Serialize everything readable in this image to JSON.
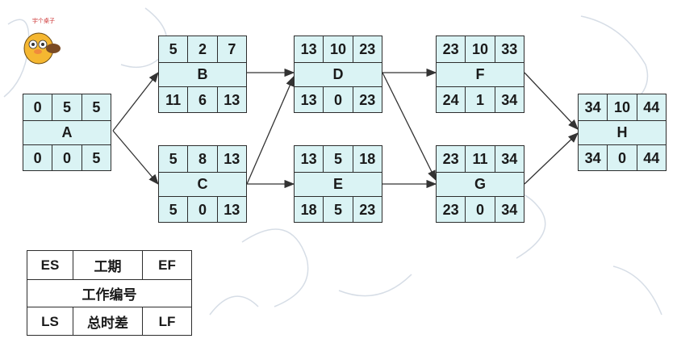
{
  "mascot_caption": "宇个桌子",
  "nodes": {
    "A": {
      "label": "A",
      "es": "0",
      "dur": "5",
      "ef": "5",
      "ls": "0",
      "tf": "0",
      "lf": "5"
    },
    "B": {
      "label": "B",
      "es": "5",
      "dur": "2",
      "ef": "7",
      "ls": "11",
      "tf": "6",
      "lf": "13"
    },
    "C": {
      "label": "C",
      "es": "5",
      "dur": "8",
      "ef": "13",
      "ls": "5",
      "tf": "0",
      "lf": "13"
    },
    "D": {
      "label": "D",
      "es": "13",
      "dur": "10",
      "ef": "23",
      "ls": "13",
      "tf": "0",
      "lf": "23"
    },
    "E": {
      "label": "E",
      "es": "13",
      "dur": "5",
      "ef": "18",
      "ls": "18",
      "tf": "5",
      "lf": "23"
    },
    "F": {
      "label": "F",
      "es": "23",
      "dur": "10",
      "ef": "33",
      "ls": "24",
      "tf": "1",
      "lf": "34"
    },
    "G": {
      "label": "G",
      "es": "23",
      "dur": "11",
      "ef": "34",
      "ls": "23",
      "tf": "0",
      "lf": "34"
    },
    "H": {
      "label": "H",
      "es": "34",
      "dur": "10",
      "ef": "44",
      "ls": "34",
      "tf": "0",
      "lf": "44"
    }
  },
  "edges": [
    [
      "A",
      "B"
    ],
    [
      "A",
      "C"
    ],
    [
      "B",
      "D"
    ],
    [
      "C",
      "D"
    ],
    [
      "C",
      "E"
    ],
    [
      "D",
      "F"
    ],
    [
      "D",
      "G"
    ],
    [
      "E",
      "G"
    ],
    [
      "F",
      "H"
    ],
    [
      "G",
      "H"
    ]
  ],
  "legend": {
    "es": "ES",
    "duration": "工期",
    "ef": "EF",
    "activity": "工作编号",
    "ls": "LS",
    "total_float": "总时差",
    "lf": "LF"
  },
  "colors": {
    "node_fill": "#daf3f4",
    "border": "#2d2d2d",
    "arrow": "#333333"
  }
}
